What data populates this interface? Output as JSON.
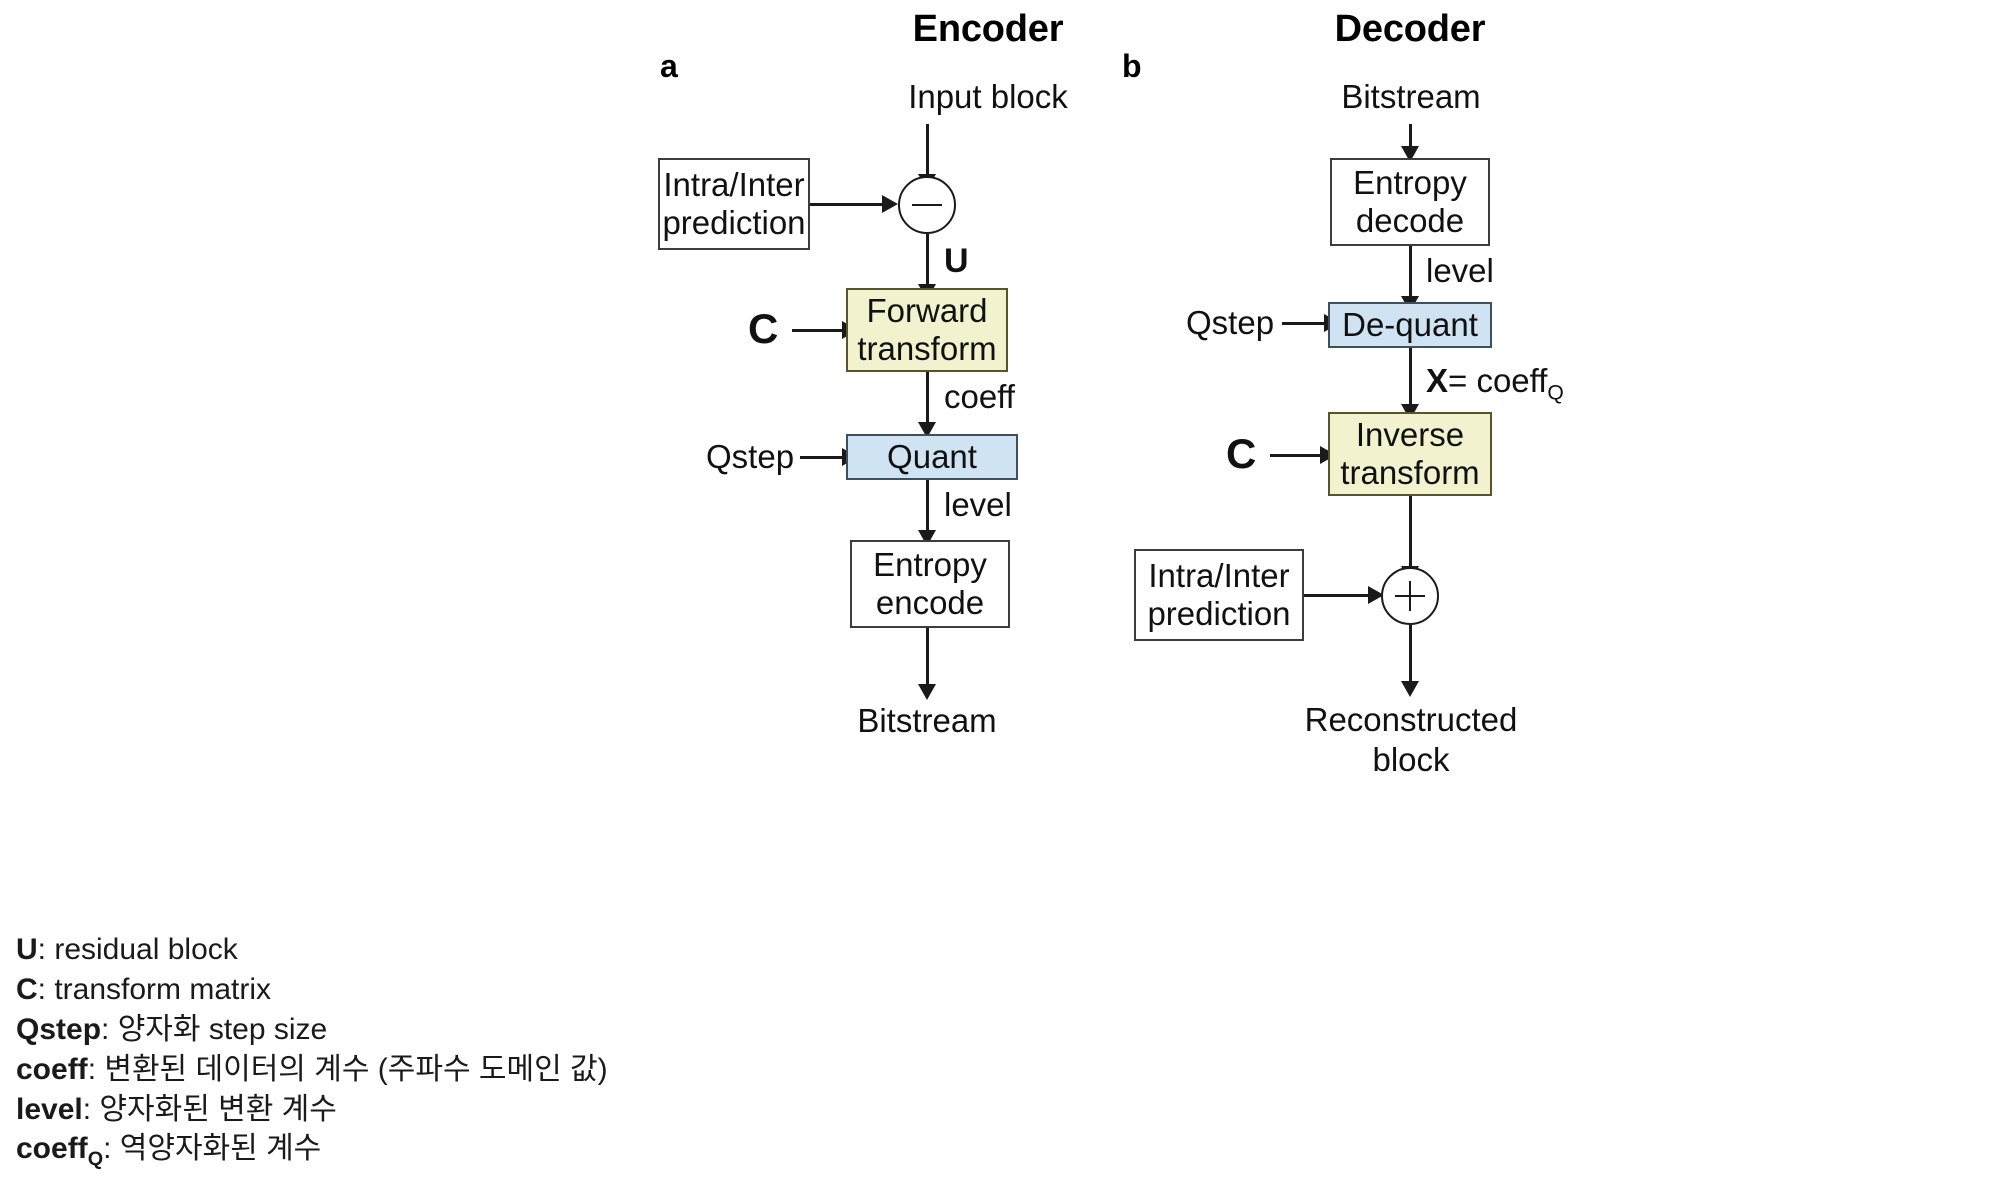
{
  "encoder": {
    "tag": "a",
    "title": "Encoder",
    "input_label": "Input block",
    "prediction_box": "Intra/Inter\nprediction",
    "operator": "minus",
    "residual_label": "U",
    "matrix_label": "C",
    "forward_transform_box": "Forward\ntransform",
    "coeff_label": "coeff",
    "qstep_label": "Qstep",
    "quant_box": "Quant",
    "level_label": "level",
    "entropy_encode_box": "Entropy\nencode",
    "output_label": "Bitstream"
  },
  "decoder": {
    "tag": "b",
    "title": "Decoder",
    "input_label": "Bitstream",
    "entropy_decode_box": "Entropy\ndecode",
    "level_label": "level",
    "qstep_label": "Qstep",
    "dequant_box": "De-quant",
    "x_label_bold": "X",
    "x_label_rest": "= coeff",
    "x_label_sub": "Q",
    "matrix_label": "C",
    "inverse_transform_box": "Inverse\ntransform",
    "prediction_box": "Intra/Inter\nprediction",
    "operator": "plus",
    "output_label": "Reconstructed\nblock"
  },
  "legend": [
    {
      "term": "U",
      "sub": "",
      "desc": ": residual block"
    },
    {
      "term": "C",
      "sub": "",
      "desc": ": transform matrix"
    },
    {
      "term": "Qstep",
      "sub": "",
      "desc": ": 양자화 step size"
    },
    {
      "term": "coeff",
      "sub": "",
      "desc": ": 변환된 데이터의 계수 (주파수 도메인 값)"
    },
    {
      "term": "level",
      "sub": "",
      "desc": ": 양자화된 변환 계수"
    },
    {
      "term": "coeff",
      "sub": "Q",
      "desc": ": 역양자화된 계수"
    }
  ],
  "colors": {
    "transform_fill": "#f2f2ce",
    "quant_fill": "#cfe3f2",
    "plain_fill": "#ffffff",
    "stroke": "#1a1a1a",
    "text": "#1a1a1a"
  }
}
